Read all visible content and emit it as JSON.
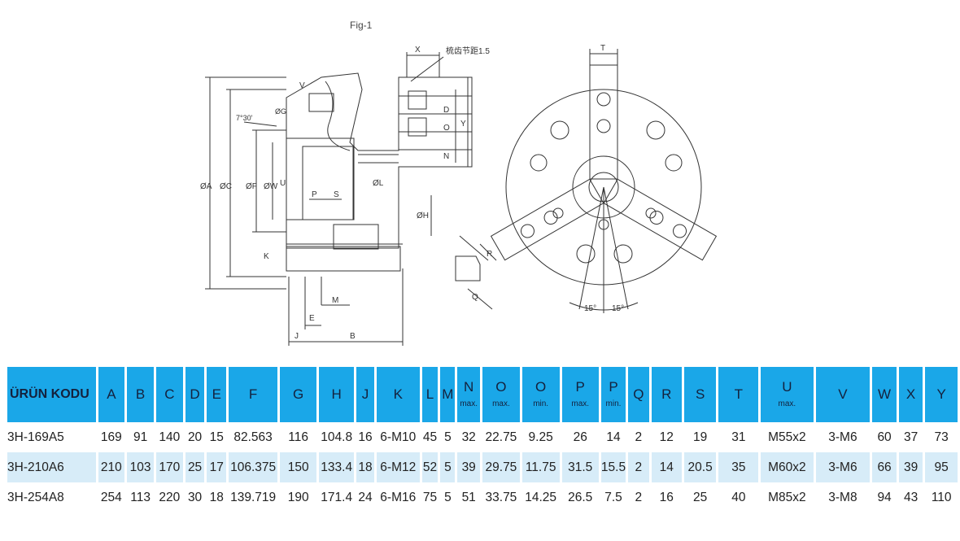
{
  "figure": {
    "title": "Fig-1",
    "note": "梳齿节距1.5",
    "labels": {
      "X": "X",
      "V": "V",
      "G": "ØG",
      "angle": "7°30'",
      "A": "ØA",
      "C": "ØC",
      "F": "ØF",
      "W": "ØW",
      "U": "U",
      "P": "P",
      "S": "S",
      "L": "ØL",
      "D": "D",
      "O": "O",
      "Y": "Y",
      "N": "N",
      "H": "ØH",
      "K": "K",
      "M": "M",
      "E": "E",
      "J": "J",
      "B": "B",
      "T": "T",
      "R": "R",
      "Q": "Q",
      "deg1": "15°",
      "deg2": "15°"
    }
  },
  "table": {
    "headers": [
      {
        "main": "ÜRÜN KODU",
        "sub": ""
      },
      {
        "main": "A",
        "sub": ""
      },
      {
        "main": "B",
        "sub": ""
      },
      {
        "main": "C",
        "sub": ""
      },
      {
        "main": "D",
        "sub": ""
      },
      {
        "main": "E",
        "sub": ""
      },
      {
        "main": "F",
        "sub": ""
      },
      {
        "main": "G",
        "sub": ""
      },
      {
        "main": "H",
        "sub": ""
      },
      {
        "main": "J",
        "sub": ""
      },
      {
        "main": "K",
        "sub": ""
      },
      {
        "main": "L",
        "sub": ""
      },
      {
        "main": "M",
        "sub": ""
      },
      {
        "main": "N",
        "sub": "max."
      },
      {
        "main": "O",
        "sub": "max."
      },
      {
        "main": "O",
        "sub": "min."
      },
      {
        "main": "P",
        "sub": "max."
      },
      {
        "main": "P",
        "sub": "min."
      },
      {
        "main": "Q",
        "sub": ""
      },
      {
        "main": "R",
        "sub": ""
      },
      {
        "main": "S",
        "sub": ""
      },
      {
        "main": "T",
        "sub": ""
      },
      {
        "main": "U",
        "sub": "max."
      },
      {
        "main": "V",
        "sub": ""
      },
      {
        "main": "W",
        "sub": ""
      },
      {
        "main": "X",
        "sub": ""
      },
      {
        "main": "Y",
        "sub": ""
      }
    ],
    "rows": [
      [
        "3H-169A5",
        "169",
        "91",
        "140",
        "20",
        "15",
        "82.563",
        "116",
        "104.8",
        "16",
        "6-M10",
        "45",
        "5",
        "32",
        "22.75",
        "9.25",
        "26",
        "14",
        "2",
        "12",
        "19",
        "31",
        "M55x2",
        "3-M6",
        "60",
        "37",
        "73"
      ],
      [
        "3H-210A6",
        "210",
        "103",
        "170",
        "25",
        "17",
        "106.375",
        "150",
        "133.4",
        "18",
        "6-M12",
        "52",
        "5",
        "39",
        "29.75",
        "11.75",
        "31.5",
        "15.5",
        "2",
        "14",
        "20.5",
        "35",
        "M60x2",
        "3-M6",
        "66",
        "39",
        "95"
      ],
      [
        "3H-254A8",
        "254",
        "113",
        "220",
        "30",
        "18",
        "139.719",
        "190",
        "171.4",
        "24",
        "6-M16",
        "75",
        "5",
        "51",
        "33.75",
        "14.25",
        "26.5",
        "7.5",
        "2",
        "16",
        "25",
        "40",
        "M85x2",
        "3-M8",
        "94",
        "43",
        "110"
      ]
    ],
    "colors": {
      "header_bg": "#1aa7e8",
      "alt_row_bg": "#d7ecf8"
    }
  }
}
